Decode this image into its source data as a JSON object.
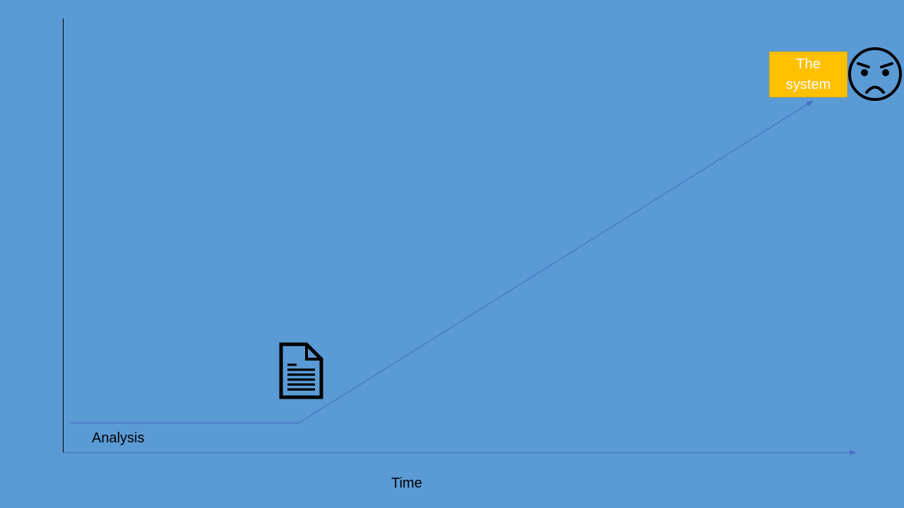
{
  "diagram": {
    "phase_label": "Analysis",
    "x_axis_label": "Time",
    "system_box": {
      "line1": "The",
      "line2": "system"
    },
    "icons": {
      "document": "document-icon",
      "face": "angry-face-icon"
    },
    "colors": {
      "background": "#5b9bd5",
      "axis": "#000000",
      "trend_line": "#4472c4",
      "system_box_fill": "#ffc000",
      "system_box_text": "#ffffff"
    }
  }
}
